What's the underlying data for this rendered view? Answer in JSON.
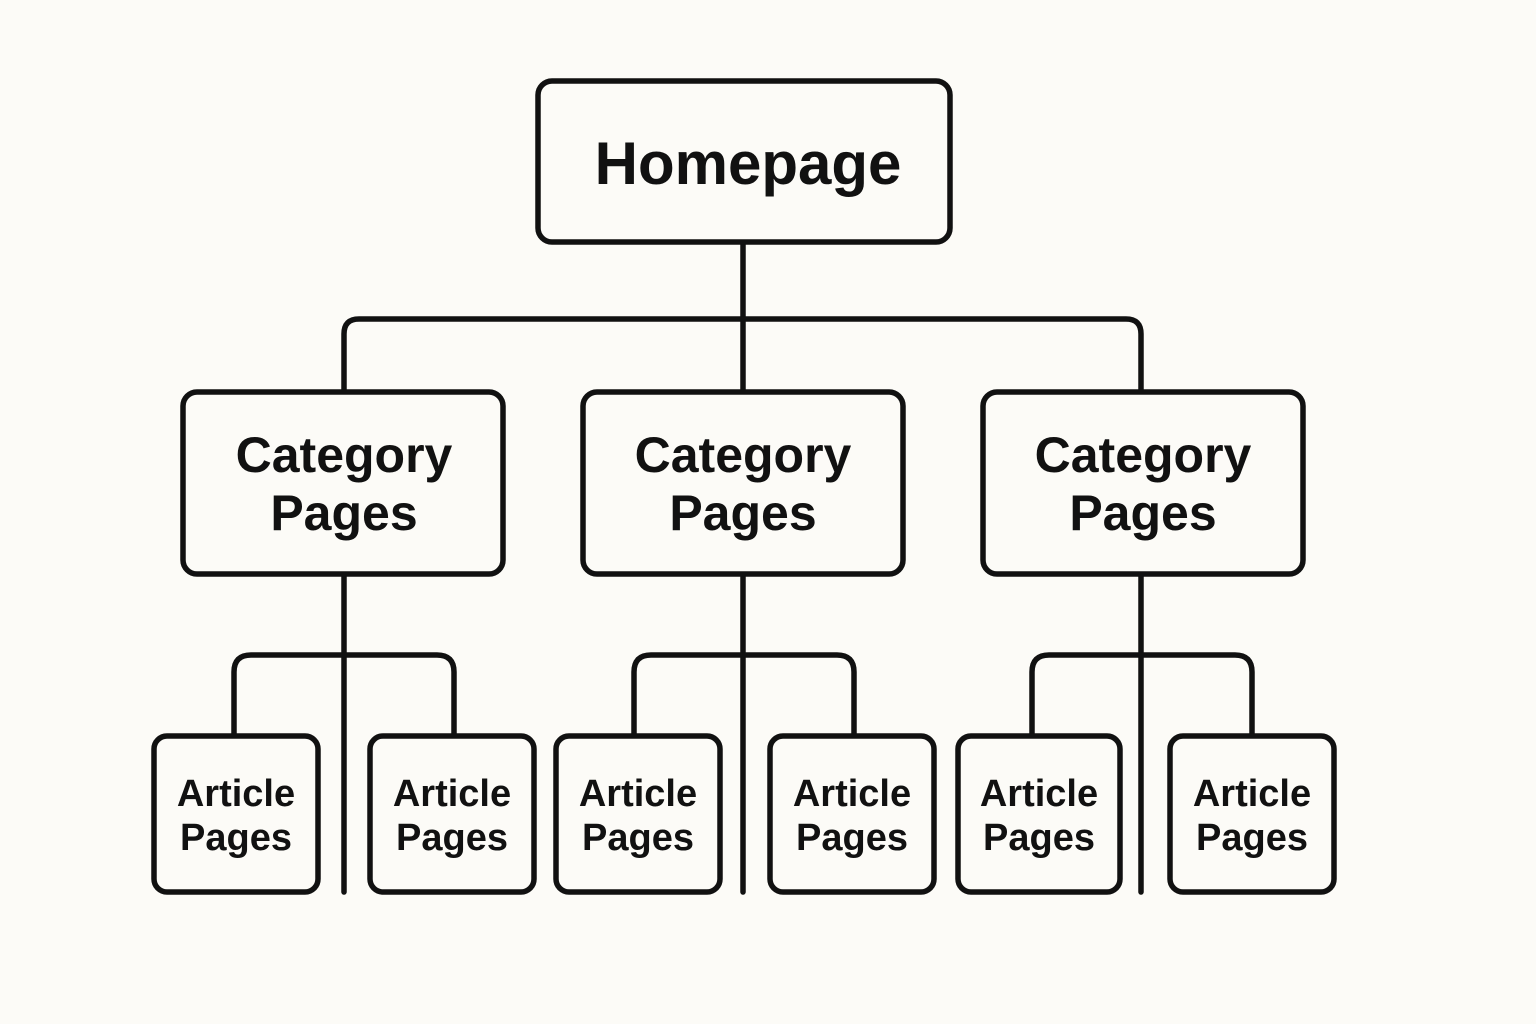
{
  "colors": {
    "background": "#fcfbf7",
    "stroke": "#111111",
    "text": "#111111"
  },
  "root": {
    "label": "Homepage"
  },
  "categories": [
    {
      "line1": "Category",
      "line2": "Pages",
      "articles": [
        {
          "line1": "Article",
          "line2": "Pages"
        },
        {
          "line1": "Article",
          "line2": "Pages"
        }
      ]
    },
    {
      "line1": "Category",
      "line2": "Pages",
      "articles": [
        {
          "line1": "Article",
          "line2": "Pages"
        },
        {
          "line1": "Article",
          "line2": "Pages"
        }
      ]
    },
    {
      "line1": "Category",
      "line2": "Pages",
      "articles": [
        {
          "line1": "Article",
          "line2": "Pages"
        },
        {
          "line1": "Article",
          "line2": "Pages"
        }
      ]
    }
  ]
}
